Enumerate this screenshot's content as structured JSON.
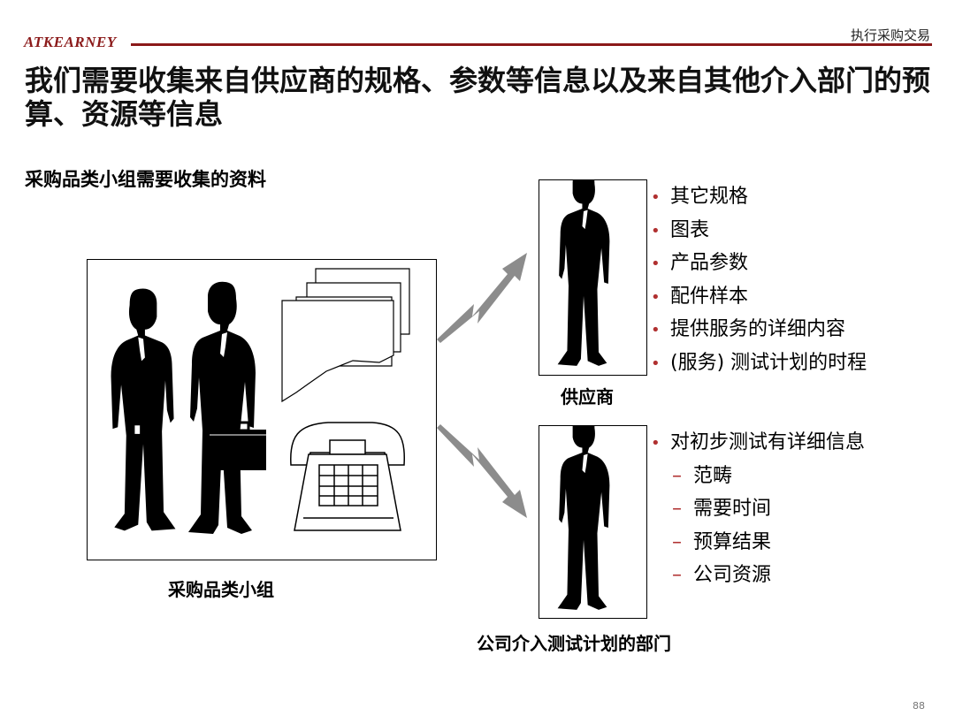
{
  "header": {
    "logo": "ATKEARNEY",
    "section": "执行采购交易"
  },
  "title": "我们需要收集来自供应商的规格、参数等信息以及来自其他介入部门的预算、资源等信息",
  "subtitle": "采购品类小组需要收集的资料",
  "team": {
    "caption": "采购品类小组"
  },
  "supplier": {
    "caption": "供应商",
    "items": [
      "其它规格",
      "图表",
      "产品参数",
      "配件样本",
      "提供服务的详细内容",
      "(服务) 测试计划的时程"
    ]
  },
  "department": {
    "caption": "公司介入测试计划的部门",
    "item": "对初步测试有详细信息",
    "subitems": [
      "范畴",
      "需要时间",
      "预算结果",
      "公司资源"
    ]
  },
  "footer": {
    "page": "88"
  },
  "icons": [
    "silhouette-person-icon",
    "briefcase-icon",
    "document-stack-icon",
    "telephone-icon",
    "lightning-arrow-icon"
  ],
  "colors": {
    "accent": "#8b1a1a",
    "bullet": "#b03030",
    "arrow": "#8c8c8c"
  }
}
